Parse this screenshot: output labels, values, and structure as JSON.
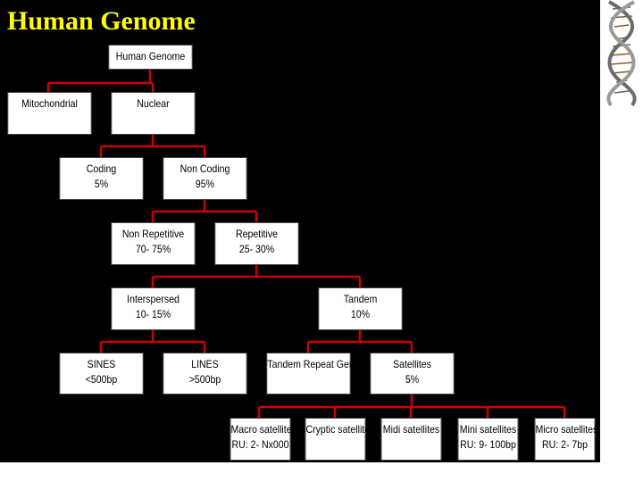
{
  "slide": {
    "title": "Human Genome",
    "accent_color": "#ffff00",
    "connector_color": "#cc0000",
    "background": "#000000"
  },
  "decoration": {
    "icon": "dna-helix-icon"
  },
  "tree": {
    "root": {
      "line1": "Human Genome"
    },
    "mitochondrial": {
      "line1": "Mitochondrial"
    },
    "nuclear": {
      "line1": "Nuclear"
    },
    "coding": {
      "line1": "Coding",
      "line2": "5%"
    },
    "non_coding": {
      "line1": "Non Coding",
      "line2": "95%"
    },
    "non_repetitive": {
      "line1": "Non Repetitive",
      "line2": "70- 75%"
    },
    "repetitive": {
      "line1": "Repetitive",
      "line2": "25- 30%"
    },
    "interspersed": {
      "line1": "Interspersed",
      "line2": "10- 15%"
    },
    "tandem": {
      "line1": "Tandem",
      "line2": "10%"
    },
    "sines": {
      "line1": "SINES",
      "line2": "<500bp"
    },
    "lines": {
      "line1": "LINES",
      "line2": ">500bp"
    },
    "tandem_repeat_genes": {
      "line1": "Tandem Repeat Genes"
    },
    "satellites": {
      "line1": "Satellites",
      "line2": "5%"
    },
    "macro_satellites": {
      "line1": "Macro satellites",
      "line2": "RU: 2- Nx000"
    },
    "cryptic_satellites": {
      "line1": "Cryptic satellites"
    },
    "midi_satellites": {
      "line1": "Midi satellites"
    },
    "mini_satellites": {
      "line1": "Mini satellites",
      "line2": "RU: 9- 100bp"
    },
    "micro_satellites": {
      "line1": "Micro satellites",
      "line2": "RU: 2- 7bp"
    }
  }
}
